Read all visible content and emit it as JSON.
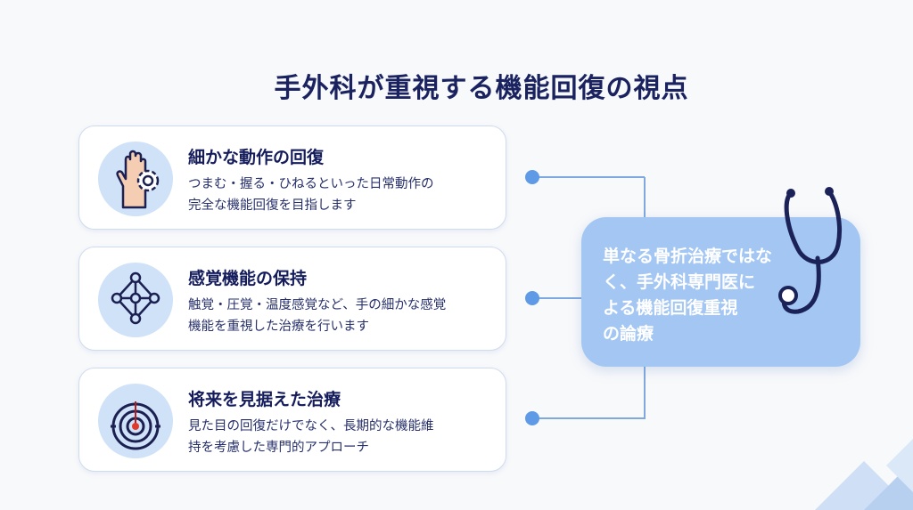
{
  "title": "手外科が重視する機能回復の視点",
  "cards": [
    {
      "title": "細かな動作の回復",
      "line1": "つまむ・握る・ひねるといった日常動作の",
      "line2": "完全な機能回復を目指します",
      "icon": "hand-gear-icon"
    },
    {
      "title": "感覚機能の保持",
      "line1": "触覚・圧覚・温度感覚など、手の細かな感覚",
      "line2": "機能を重視した治療を行います",
      "icon": "network-icon"
    },
    {
      "title": "将来を見据えた治療",
      "line1": "見た目の回復だけでなく、長期的な機能維",
      "line2": "持を考慮した専門的アプローチ",
      "icon": "target-icon"
    }
  ],
  "summary": {
    "lines": [
      "単なる骨折治療ではな",
      "く、手外科専門医に",
      "よる機能回復重視",
      "の論療"
    ],
    "icon": "stethoscope-icon"
  },
  "colors": {
    "navy": "#1a2360",
    "accent": "#5f9ae6",
    "box": "#a3c6f3",
    "iconBg": "#cfe2f8"
  }
}
